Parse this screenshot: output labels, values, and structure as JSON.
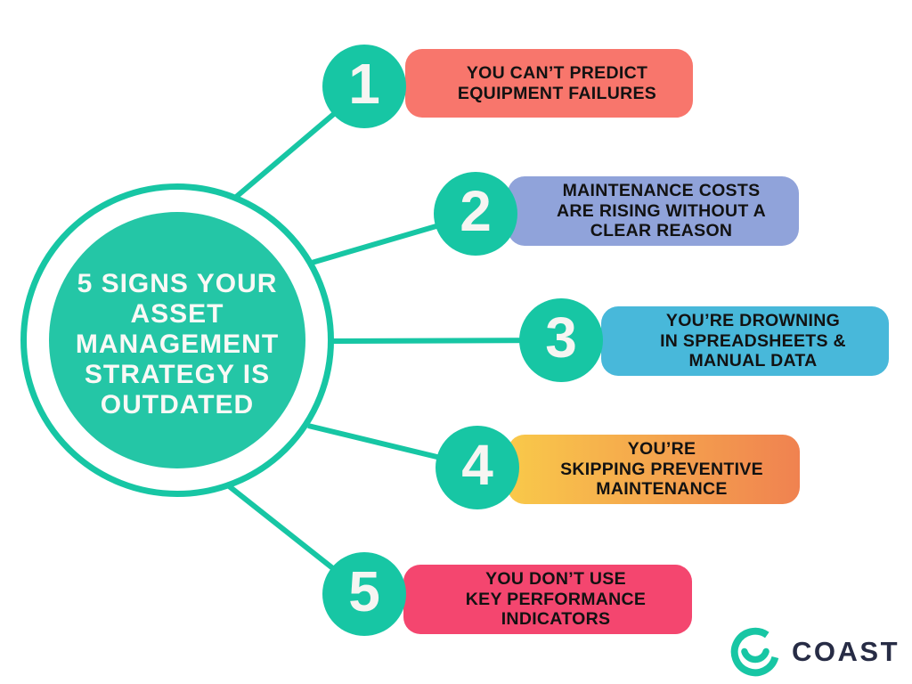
{
  "page": {
    "background": "#FFFFFF"
  },
  "brand": {
    "teal": "#17C6A4",
    "center_fill": "#24C6A6",
    "logo_text": "COAST",
    "logo_text_color": "#272C45"
  },
  "center": {
    "title_lines": [
      "5 SIGNS YOUR",
      "ASSET",
      "MANAGEMENT",
      "STRATEGY IS",
      "OUTDATED"
    ],
    "text_color": "#FAF9F6"
  },
  "items": [
    {
      "number": "1",
      "lines": [
        "YOU CAN’T PREDICT",
        "EQUIPMENT FAILURES",
        ""
      ],
      "bg": "#F8766C",
      "text_color": "#121212"
    },
    {
      "number": "2",
      "lines": [
        "MAINTENANCE COSTS",
        "ARE RISING WITHOUT A",
        "CLEAR REASON"
      ],
      "bg": "#90A3DA",
      "text_color": "#121212"
    },
    {
      "number": "3",
      "lines": [
        "YOU’RE DROWNING",
        "IN SPREADSHEETS &",
        "MANUAL DATA"
      ],
      "bg": "#48B8DA",
      "text_color": "#121212"
    },
    {
      "number": "4",
      "lines": [
        "YOU’RE",
        "SKIPPING PREVENTIVE",
        "MAINTENANCE"
      ],
      "bg": "linear-gradient(90deg, #F9C94A, #F08250)",
      "text_color": "#121212"
    },
    {
      "number": "5",
      "lines": [
        "YOU DON’T USE",
        "KEY PERFORMANCE",
        "INDICATORS"
      ],
      "bg": "#F4466F",
      "text_color": "#121212"
    }
  ]
}
